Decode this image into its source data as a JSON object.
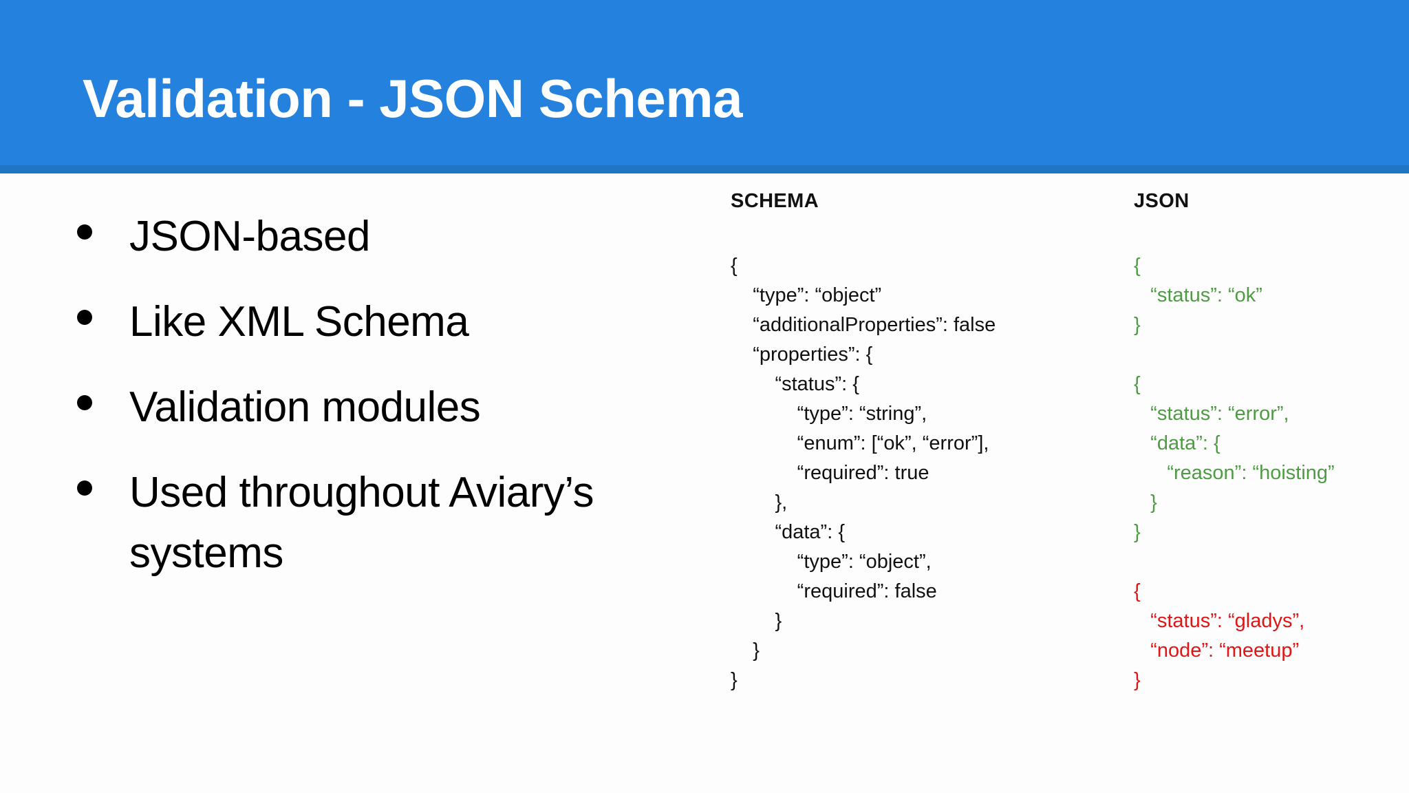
{
  "slide": {
    "title": "Validation - JSON Schema",
    "accent_color": "#2581DE",
    "accent_border_color": "#1E76C4",
    "background_color": "#FDFDFD"
  },
  "bullets": [
    {
      "text": "JSON-based"
    },
    {
      "text": "Like XML Schema"
    },
    {
      "text": "Validation modules"
    },
    {
      "text": "Used throughout Aviary’s systems"
    }
  ],
  "schema_column": {
    "heading": "SCHEMA",
    "lines": [
      "{",
      "    “type”: “object”",
      "    “additionalProperties”: false",
      "    “properties”: {",
      "        “status”: {",
      "            “type”: “string”,",
      "            “enum”: [“ok”, “error”],",
      "            “required”: true",
      "        },",
      "        “data”: {",
      "            “type”: “object”,",
      "            “required”: false",
      "        }",
      "    }",
      "}"
    ]
  },
  "json_column": {
    "heading": "JSON",
    "examples": [
      {
        "status_color": "#4E9B44",
        "tone": "green",
        "lines": [
          "{",
          "   “status”: “ok”",
          "}"
        ]
      },
      {
        "status_color": "#4E9B44",
        "tone": "green",
        "lines": [
          "{",
          "   “status”: “error”,",
          "   “data”: {",
          "      “reason”: “hoisting”",
          "   }",
          "}"
        ]
      },
      {
        "status_color": "#E01515",
        "tone": "red",
        "lines": [
          "{",
          "   “status”: “gladys”,",
          "   “node”: “meetup”",
          "}"
        ]
      }
    ]
  }
}
